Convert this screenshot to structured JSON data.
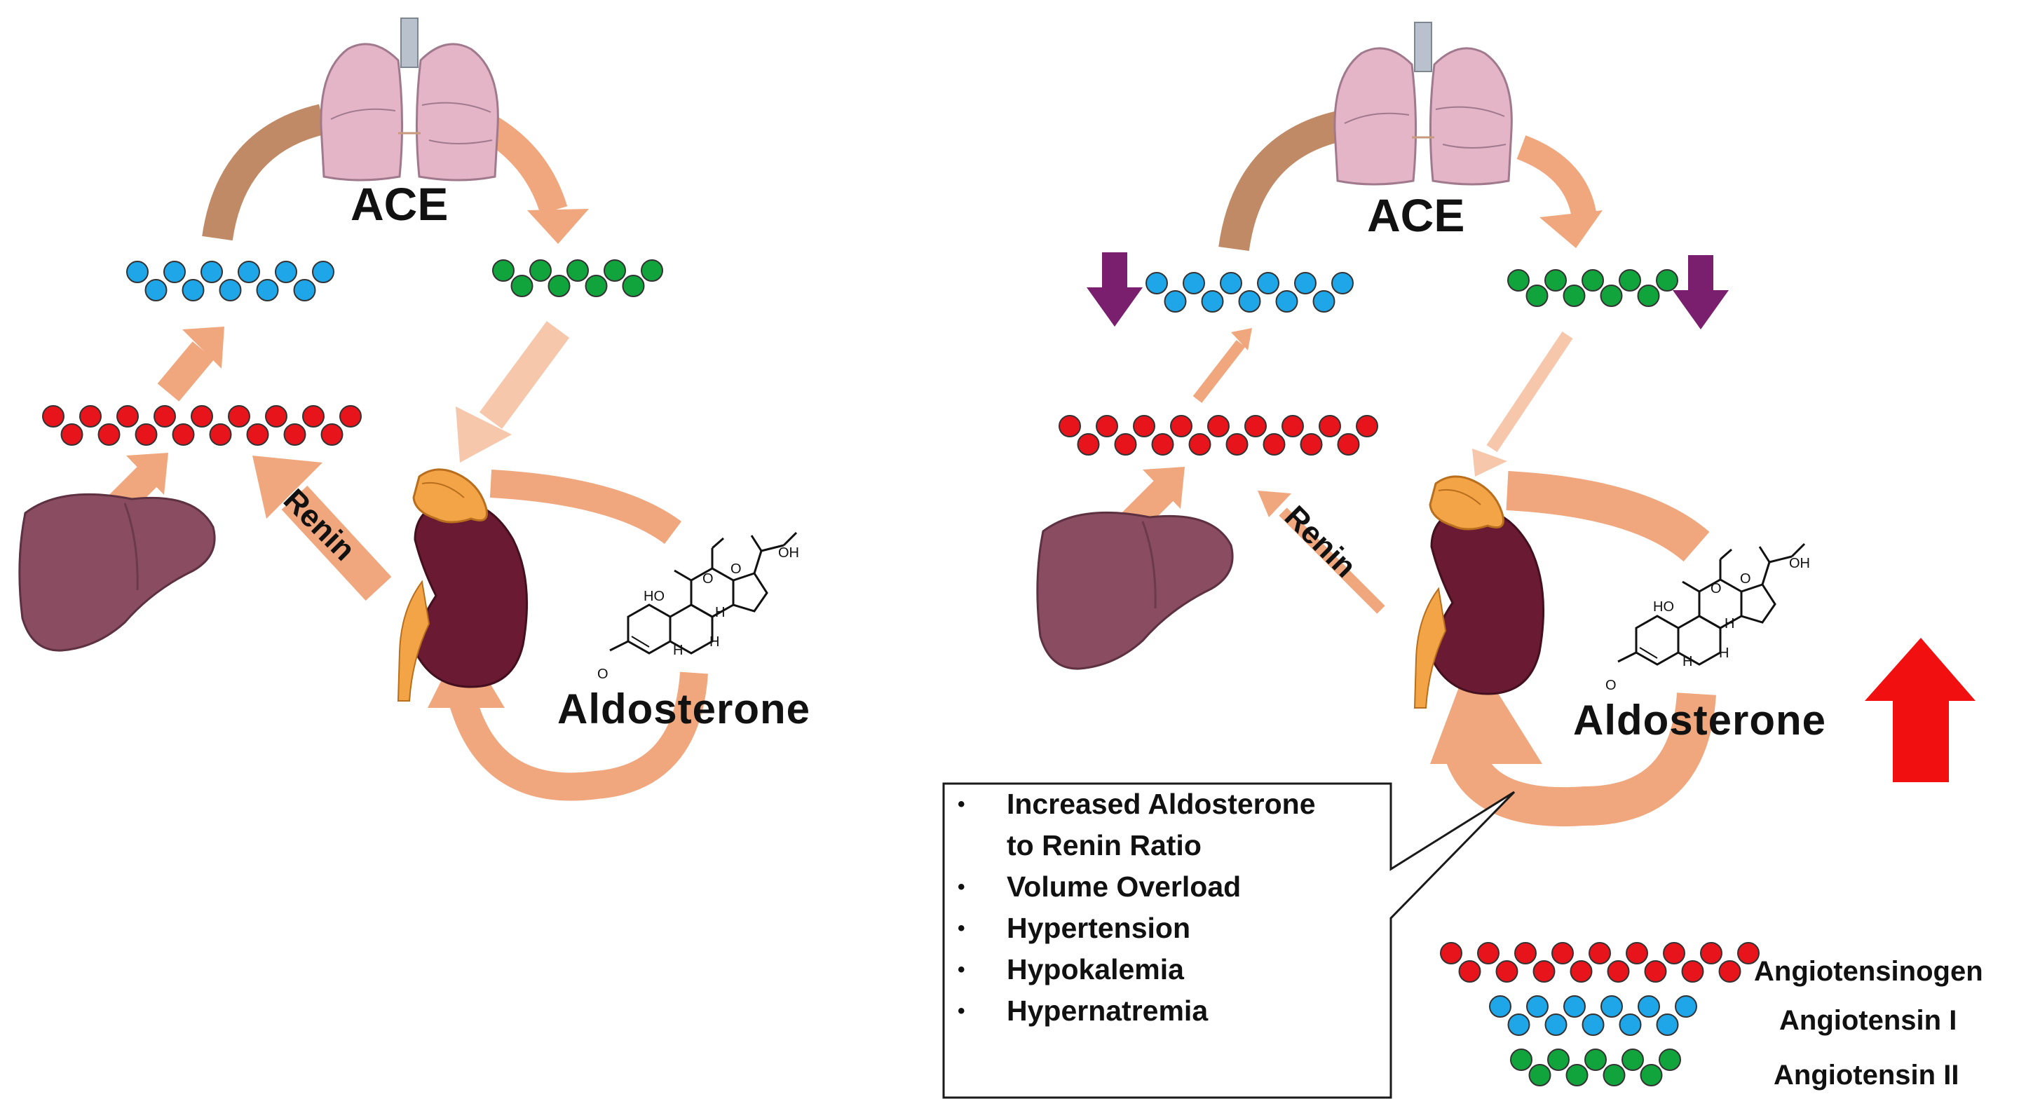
{
  "left_panel": {
    "enzyme_label": "ACE",
    "renin_label": "Renin",
    "hormone_label": "Aldosterone"
  },
  "right_panel": {
    "enzyme_label": "ACE",
    "renin_label": "Renin",
    "hormone_label": "Aldosterone",
    "effects": [
      "Increased Aldosterone to Renin Ratio",
      "Volume Overload",
      "Hypertension",
      "Hypokalemia",
      "Hypernatremia"
    ]
  },
  "legend": [
    {
      "label": "Angiotensinogen",
      "color": "#e8141c"
    },
    {
      "label": "Angiotensin I",
      "color": "#1ea6e8"
    },
    {
      "label": "Angiotensin II",
      "color": "#12a43c"
    }
  ],
  "molecule_labels": {
    "oh": "OH",
    "ho": "HO",
    "h": "H",
    "o": "O"
  },
  "colors": {
    "arrow_salmon": "#f0a77e",
    "arrow_pale": "#f6c7ab",
    "arrow_brown": "#c08a66",
    "down_arrow": "#7a1f6e",
    "up_arrow": "#f20f0f",
    "lung": "#e3b5c7",
    "liver": "#8a4c60",
    "kidney": "#6a1a33",
    "adrenal": "#f3a446"
  },
  "icons": [
    "lung-icon",
    "liver-icon",
    "kidney-icon",
    "adrenal-gland-icon",
    "steroid-molecule-icon"
  ]
}
